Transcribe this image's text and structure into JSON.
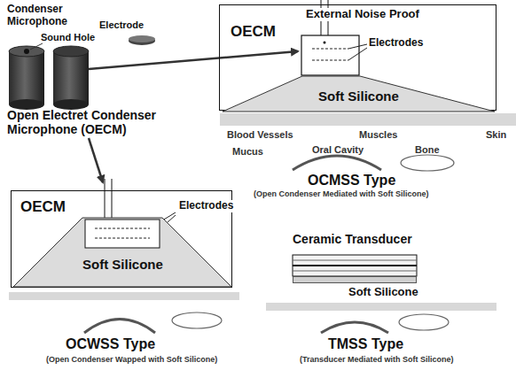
{
  "diagram": {
    "nodes": [
      {
        "text": [
          "External Noise Proof",
          "OECM"
        ]
      },
      {
        "text": [
          "Soft Silicone"
        ],
        "in": 0
      },
      {
        "text": [
          "OECM"
        ]
      },
      {
        "text": [
          "Soft Silicone"
        ],
        "in": 2
      },
      {
        "text": [
          "Ceramic Transducer"
        ]
      },
      {
        "text": [
          "Soft Silicone"
        ]
      }
    ],
    "edges": [],
    "labels": [
      "Condenser Microphone",
      "Sound Hole",
      "Electrode",
      "Open Electret Condenser Microphone (OECM)",
      "Electrodes",
      "Blood Vessels",
      "Muscles",
      "Skin",
      "Mucus",
      "Oral Cavity",
      "Bone",
      "OCMSS Type",
      "(Open Condenser Mediated with Soft Silicone)",
      "Electrodes",
      "OCWSS Type",
      "(Open Condenser Wapped with Soft Silicone)",
      "TMSS Type",
      "(Transducer Mediated with Soft Silicone)"
    ]
  }
}
